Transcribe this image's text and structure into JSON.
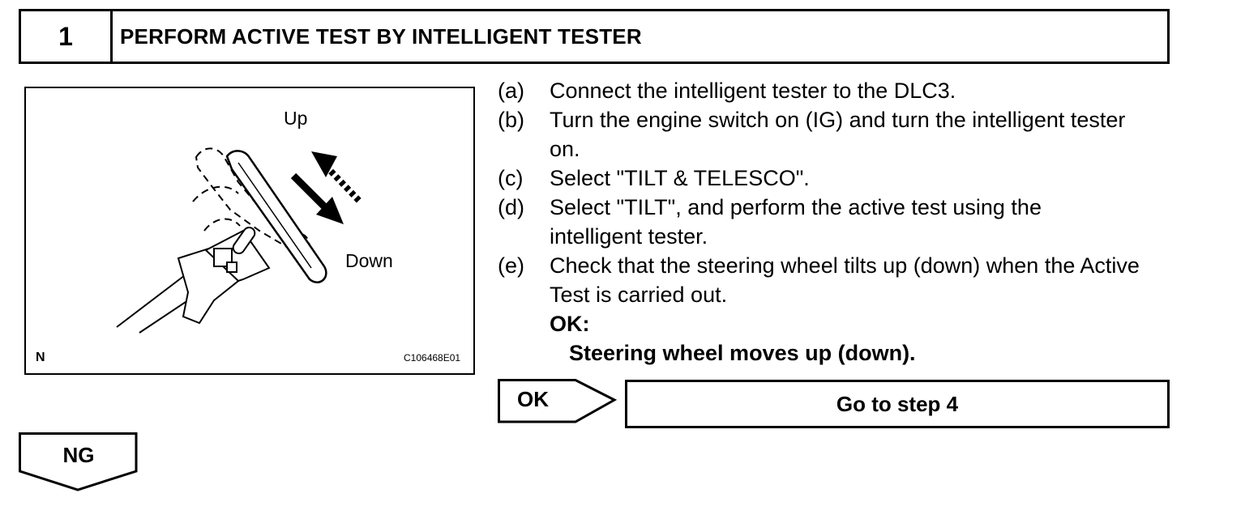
{
  "step": {
    "number": "1",
    "title": "PERFORM ACTIVE TEST BY INTELLIGENT TESTER"
  },
  "figure": {
    "label_up": "Up",
    "label_down": "Down",
    "corner_mark": "N",
    "figure_code": "C106468E01"
  },
  "instructions": [
    {
      "letter": "(a)",
      "text": "Connect the intelligent tester to the DLC3."
    },
    {
      "letter": "(b)",
      "text": "Turn the engine switch on (IG) and turn the intelligent tester on."
    },
    {
      "letter": "(c)",
      "text": "Select \"TILT & TELESCO\"."
    },
    {
      "letter": "(d)",
      "text": "Select \"TILT\", and perform the active test using the intelligent tester."
    },
    {
      "letter": "(e)",
      "text": "Check that the steering wheel tilts up (down) when the Active Test is carried out."
    }
  ],
  "ok_criteria": {
    "label": "OK:",
    "value": "Steering wheel moves up (down)."
  },
  "ok_branch": {
    "tag": "OK",
    "target": "Go to step 4"
  },
  "ng_branch": {
    "tag": "NG"
  }
}
